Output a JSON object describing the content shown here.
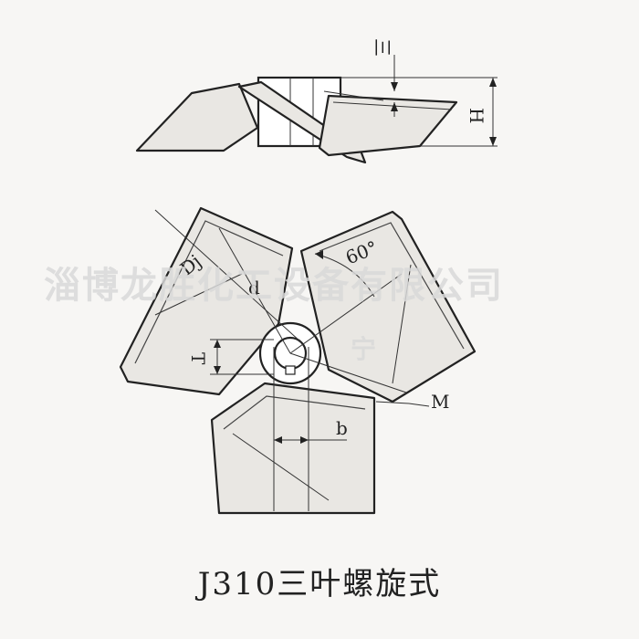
{
  "caption": "J310三叶螺旋式",
  "watermark": "淄博龙胜化工设备有限公司",
  "watermark_small": "宁",
  "labels": {
    "blade_thickness": "三",
    "height": "H",
    "dj": "Dj",
    "d": "d",
    "angle": "60°",
    "t": "T",
    "m": "M",
    "b": "b"
  }
}
